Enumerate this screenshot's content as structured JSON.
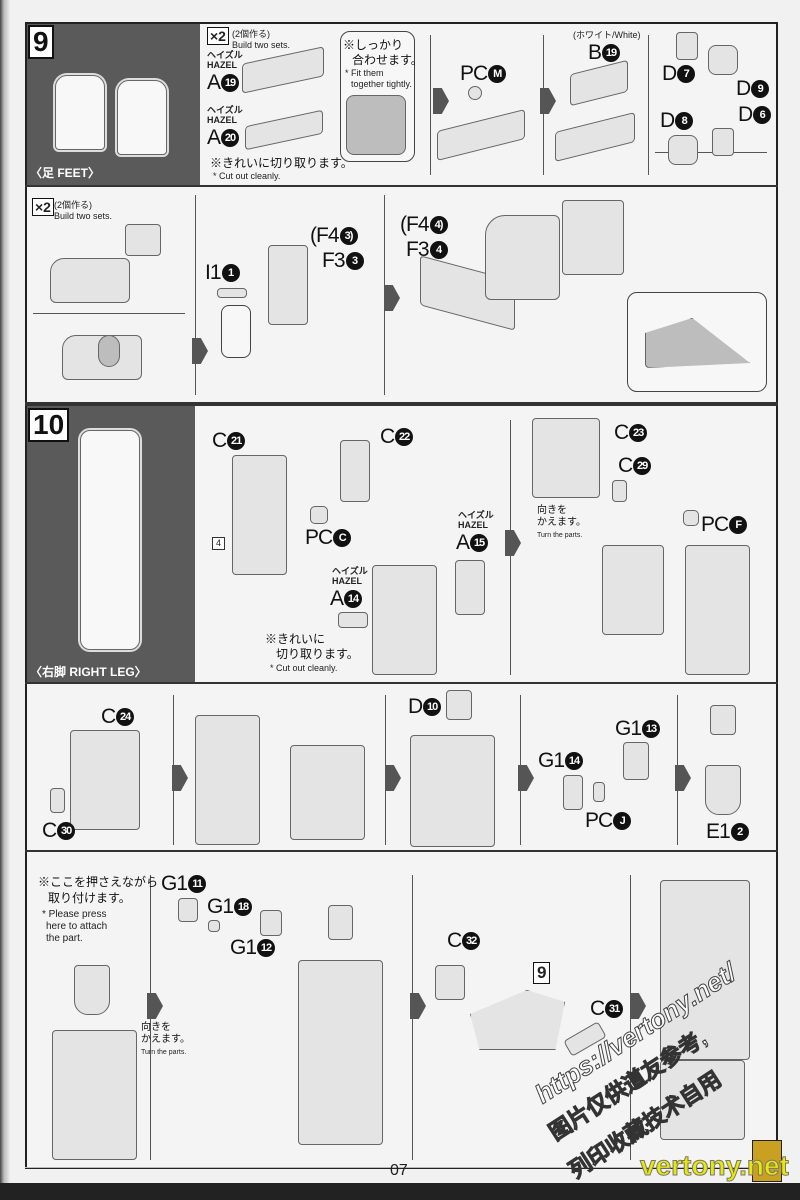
{
  "steps": {
    "s9": "9",
    "s10": "10"
  },
  "sections": {
    "feet": "〈足 FEET〉",
    "right_leg": "〈右脚 RIGHT LEG〉"
  },
  "common": {
    "x2": "×2",
    "build_jp": "(2個作る)",
    "build_en": "Build two sets.",
    "hazel_jp": "ヘイズル",
    "hazel_en": "HAZEL",
    "cut_jp": "※きれいに切り取ります。",
    "cut_jp_a": "※きれいに",
    "cut_jp_b": "切り取ります。",
    "cut_en": "* Cut out cleanly.",
    "turn_jp_a": "向きを",
    "turn_jp_b": "かえます。",
    "turn_en": "Turn the parts."
  },
  "fit": {
    "jp_a": "※しっかり",
    "jp_b": "合わせます。",
    "en_a": "* Fit them",
    "en_b": "together tightly."
  },
  "white": "(ホワイト/White)",
  "press": {
    "jp_a": "※ここを押さえながら",
    "jp_b": "取り付けます。",
    "en_a": "* Please press",
    "en_b": "here to attach",
    "en_c": "the part."
  },
  "parts": {
    "A19": [
      "A",
      "19"
    ],
    "A20": [
      "A",
      "20"
    ],
    "PCM": [
      "PC",
      "M"
    ],
    "B19": [
      "B",
      "19"
    ],
    "D7": [
      "D",
      "7"
    ],
    "D9": [
      "D",
      "9"
    ],
    "D8": [
      "D",
      "8"
    ],
    "D6": [
      "D",
      "6"
    ],
    "I11": [
      "I1",
      "1"
    ],
    "F43": [
      "(F4",
      "3)"
    ],
    "F33": [
      "F3",
      "3"
    ],
    "F44": [
      "(F4",
      "4)"
    ],
    "F34": [
      "F3",
      "4"
    ],
    "C21": [
      "C",
      "21"
    ],
    "C22": [
      "C",
      "22"
    ],
    "PCC": [
      "PC",
      "C"
    ],
    "A15": [
      "A",
      "15"
    ],
    "A14": [
      "A",
      "14"
    ],
    "C23": [
      "C",
      "23"
    ],
    "C29": [
      "C",
      "29"
    ],
    "PCF": [
      "PC",
      "F"
    ],
    "C24": [
      "C",
      "24"
    ],
    "C30": [
      "C",
      "30"
    ],
    "D10": [
      "D",
      "10"
    ],
    "G113": [
      "G1",
      "13"
    ],
    "G114": [
      "G1",
      "14"
    ],
    "PCJ": [
      "PC",
      "J"
    ],
    "E12": [
      "E1",
      "2"
    ],
    "G111": [
      "G1",
      "11"
    ],
    "G118": [
      "G1",
      "18"
    ],
    "G112": [
      "G1",
      "12"
    ],
    "C32": [
      "C",
      "32"
    ],
    "C31": [
      "C",
      "31"
    ]
  },
  "ref_box": "9",
  "marker_num": "4",
  "page_number": "07",
  "watermark": {
    "url": "https://vertony.net/",
    "cn_a": "图片仅供道友参考,",
    "cn_b": "列印收藏技术自用",
    "brand": "vertony.net"
  }
}
